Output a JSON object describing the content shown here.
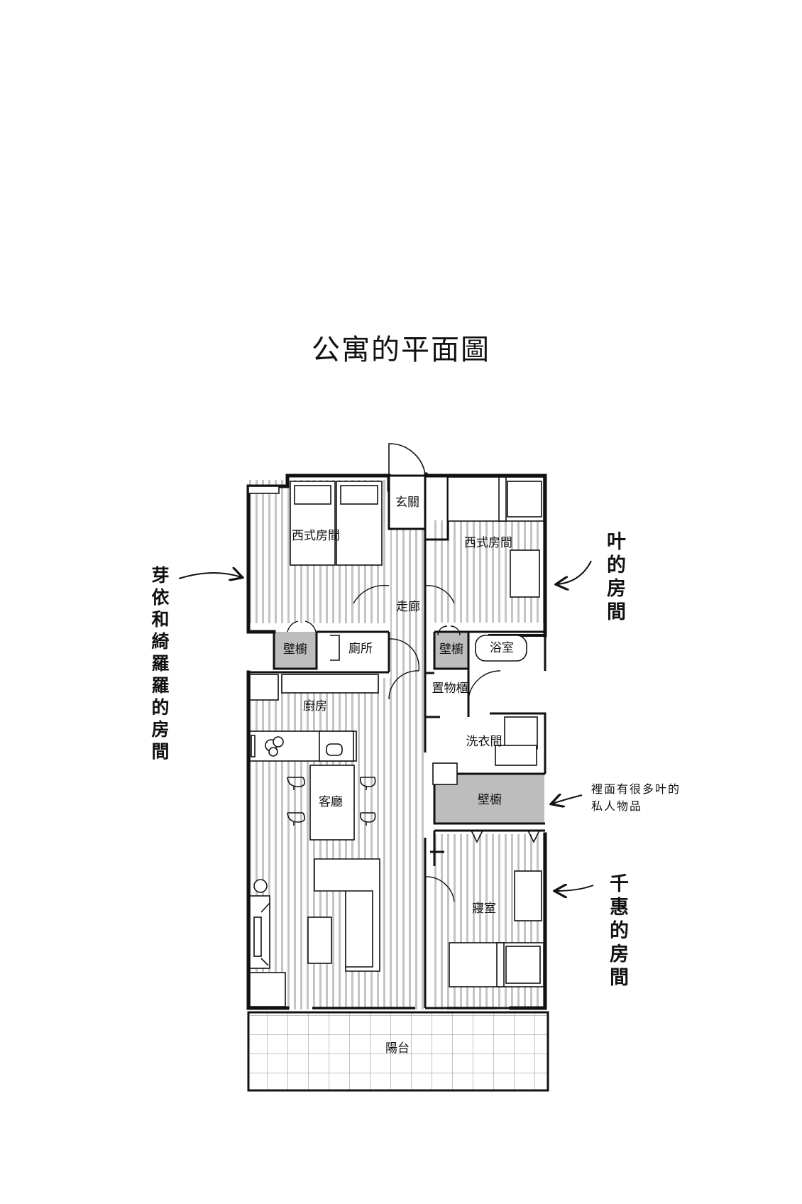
{
  "title": "公寓的平面圖",
  "rooms": {
    "entrance": "玄關",
    "western_room_left": "西式房間",
    "corridor": "走廊",
    "western_room_right": "西式房間",
    "closet_left": "壁櫥",
    "toilet": "廁所",
    "closet_right": "壁櫥",
    "bath": "浴室",
    "storage": "置物櫃",
    "kitchen": "廚房",
    "laundry": "洗衣間",
    "living": "客廳",
    "closet_big": "壁櫥",
    "bedroom": "寢室",
    "balcony": "陽台"
  },
  "annotations": {
    "left_room": "芽依和綺羅羅的房間",
    "ye_room": "叶的房間",
    "closet_note_line1": "裡面有很多叶的",
    "closet_note_line2": "私人物品",
    "chie_room": "千惠的房間"
  },
  "colors": {
    "line": "#111111",
    "stripe": "#c9c9c9",
    "closet": "#bdbdbd"
  }
}
